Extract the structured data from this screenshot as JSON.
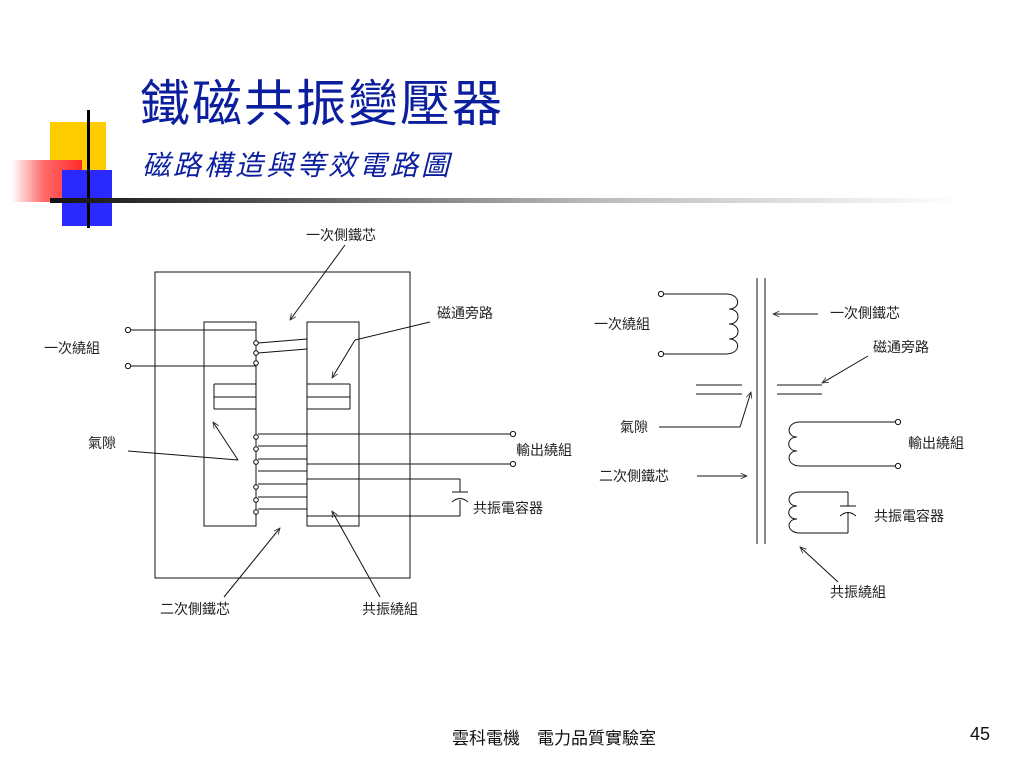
{
  "title": "鐵磁共振變壓器",
  "subtitle": "磁路構造與等效電路圖",
  "left_diagram": {
    "primary_core": "一次側鐵芯",
    "magnetic_shunt": "磁通旁路",
    "primary_winding": "一次繞組",
    "air_gap": "氣隙",
    "output_winding": "輸出繞組",
    "resonant_capacitor": "共振電容器",
    "secondary_core": "二次側鐵芯",
    "resonant_winding": "共振繞組"
  },
  "right_diagram": {
    "primary_winding": "一次繞組",
    "primary_core": "一次側鐵芯",
    "magnetic_shunt": "磁通旁路",
    "air_gap": "氣隙",
    "output_winding": "輸出繞組",
    "secondary_core": "二次側鐵芯",
    "resonant_capacitor": "共振電容器",
    "resonant_winding": "共振繞組"
  },
  "footer": "雲科電機　電力品質實驗室",
  "page_number": "45"
}
